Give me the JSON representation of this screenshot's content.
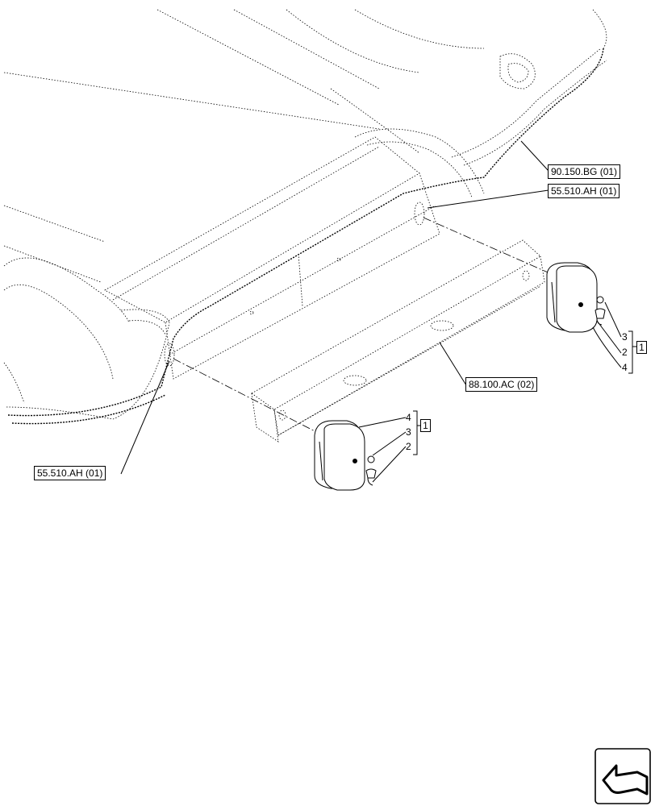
{
  "callouts": {
    "top_right": "90.150.BG (01)",
    "right_lamp": "55.510.AH (01)",
    "left_lamp": "55.510.AH (01)",
    "bracket": "88.100.AC (02)"
  },
  "right_group": {
    "items": [
      "3",
      "2",
      "4"
    ],
    "group": "1"
  },
  "left_group": {
    "items": [
      "4",
      "3",
      "2"
    ],
    "group": "1"
  },
  "nav_icon": "arrow-icon"
}
